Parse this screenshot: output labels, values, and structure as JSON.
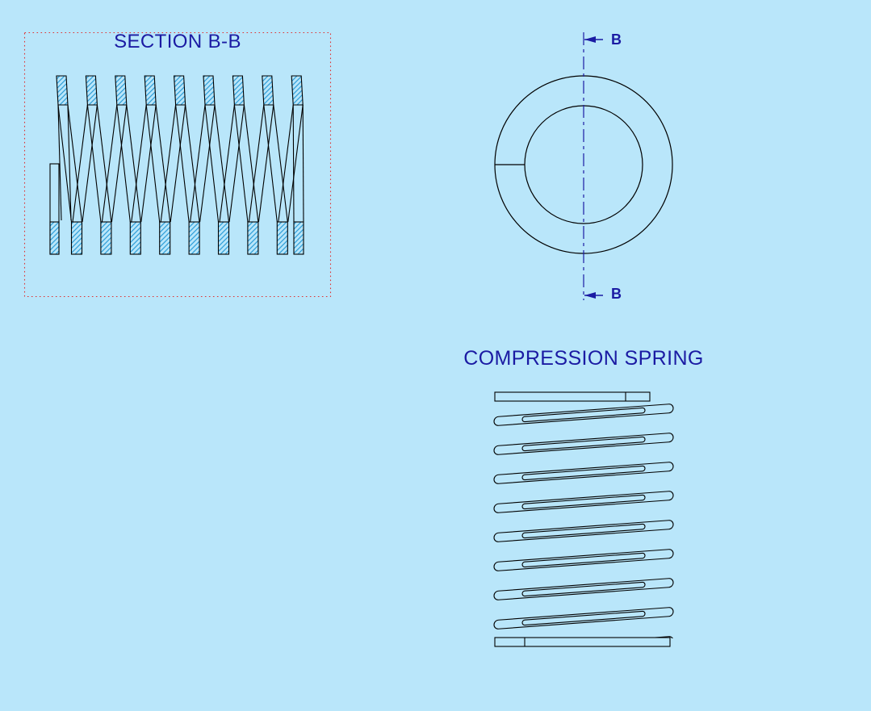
{
  "colors": {
    "background": "#b9e6fa",
    "line": "#000000",
    "navy": "#1b1ba3",
    "hatch": "#2f9ed8",
    "viewport_border": "#e03232"
  },
  "section_view": {
    "title": "SECTION B-B",
    "top_coil_sections": 9,
    "bottom_coil_sections": 10
  },
  "top_view": {
    "cut_label_top": "B",
    "cut_label_bottom": "B"
  },
  "front_view": {
    "title": "COMPRESSION SPRING",
    "coil_count": 9
  }
}
